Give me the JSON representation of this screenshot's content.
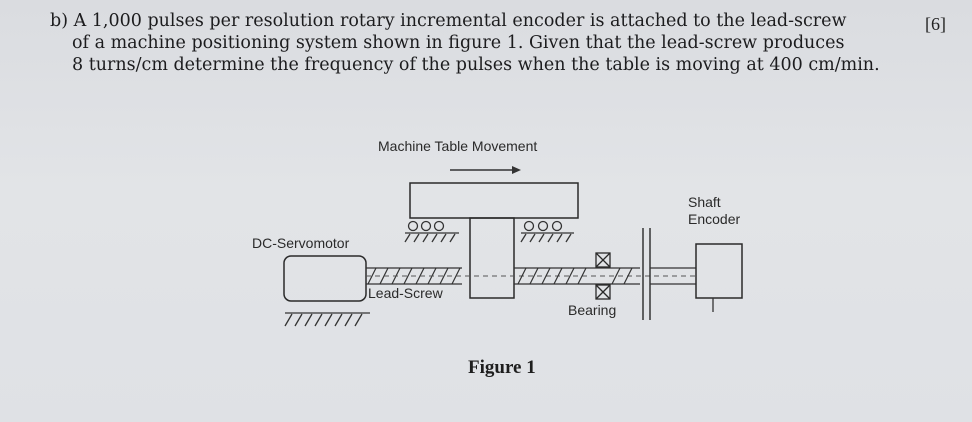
{
  "question": {
    "lines": [
      "b) A 1,000 pulses per resolution rotary incremental encoder is attached to the lead-screw",
      "of a machine positioning system shown in figure 1. Given that the lead-screw produces",
      "8 turns/cm determine the frequency of the pulses when the table is moving at 400 cm/min."
    ],
    "marks": "[6]"
  },
  "figure": {
    "labels": {
      "table_movement": "Machine Table Movement",
      "servomotor": "DC-Servomotor",
      "lead_screw": "Lead-Screw",
      "bearing": "Bearing",
      "shaft_encoder_line1": "Shaft",
      "shaft_encoder_line2": "Encoder"
    },
    "caption": "Figure 1"
  }
}
